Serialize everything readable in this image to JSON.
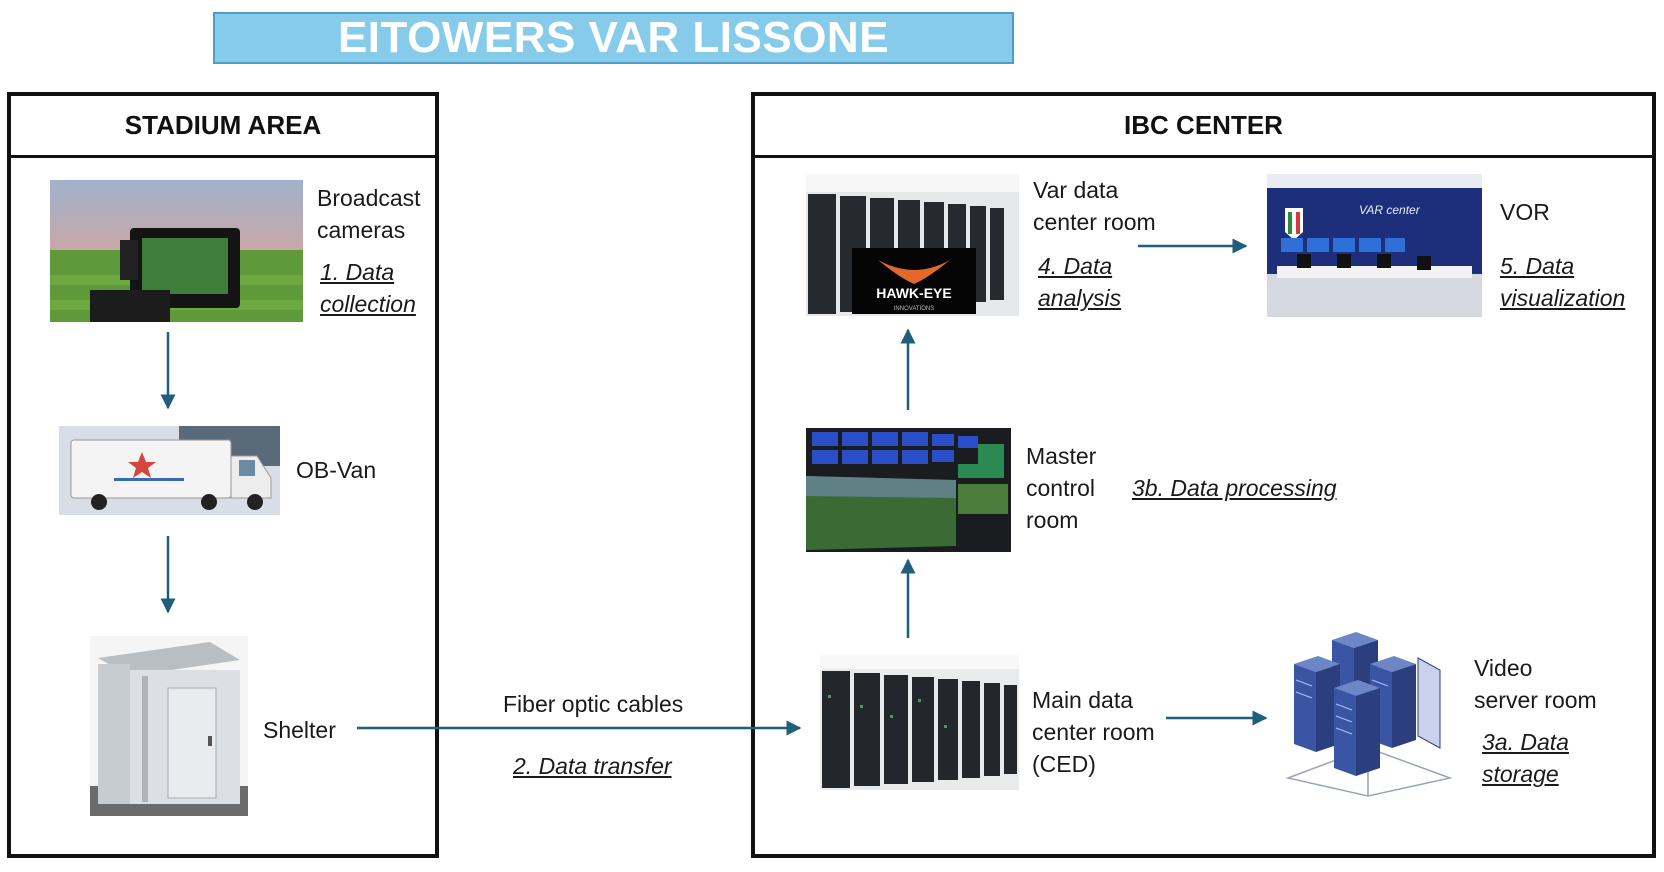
{
  "title": "EITOWERS VAR LISSONE",
  "stadium": {
    "header": "STADIUM AREA",
    "cameras": {
      "label": [
        "Broadcast",
        "cameras"
      ],
      "step": [
        "1. Data",
        "collection"
      ]
    },
    "obvan": {
      "label": "OB-Van"
    },
    "shelter": {
      "label": "Shelter"
    }
  },
  "link": {
    "label": "Fiber optic cables",
    "step": "2. Data transfer"
  },
  "ibc": {
    "header": "IBC CENTER",
    "var_room": {
      "label": [
        "Var data",
        "center room"
      ],
      "step": [
        "4. Data",
        "analysis"
      ],
      "logo": "HAWK-EYE",
      "logo_sub": "INNOVATIONS"
    },
    "vor": {
      "label": "VOR",
      "step": [
        "5. Data",
        "visualization"
      ],
      "wall_text": "VAR center"
    },
    "master": {
      "label": [
        "Master",
        "control",
        "room"
      ],
      "step": "3b. Data processing"
    },
    "main_dc": {
      "label": [
        "Main data",
        "center room",
        "(CED)"
      ]
    },
    "video_server": {
      "label": [
        "Video",
        "server room"
      ],
      "step": [
        "3a. Data",
        "storage"
      ]
    }
  },
  "colors": {
    "arrow": "#1f5f7a",
    "title_bg": "#87cbeb",
    "title_text": "#ffffff"
  }
}
